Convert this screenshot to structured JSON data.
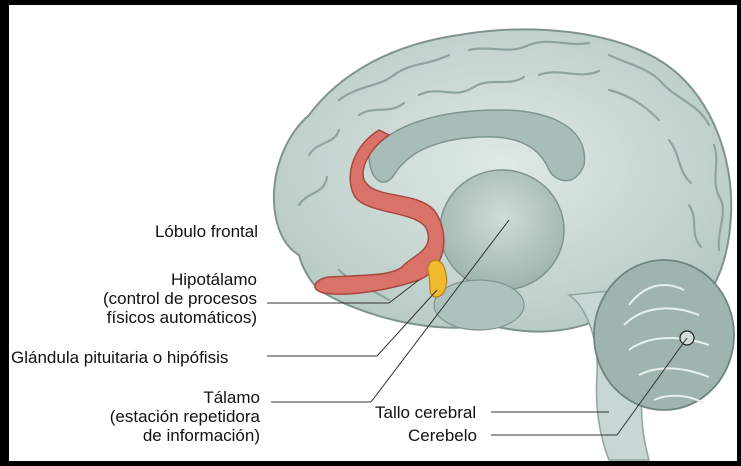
{
  "labels": {
    "frontal": "Lóbulo frontal",
    "hypothalamus_1": "Hipotálamo",
    "hypothalamus_2": "(control de procesos",
    "hypothalamus_3": "físicos automáticos)",
    "pituitary": "Glándula pituitaria o hipófisis",
    "thalamus_1": "Tálamo",
    "thalamus_2": "(estación repetidora",
    "thalamus_3": "de información)",
    "brainstem": "Tallo cerebral",
    "cerebellum": "Cerebelo"
  },
  "colors": {
    "background": "#ffffff",
    "frame": "#000000",
    "cortex": "#cfdcd9",
    "cortex_dark": "#9fb3ae",
    "inner": "#b9cbc6",
    "limbic_red": "#d9736a",
    "pituitary_yellow": "#f2b82e"
  }
}
